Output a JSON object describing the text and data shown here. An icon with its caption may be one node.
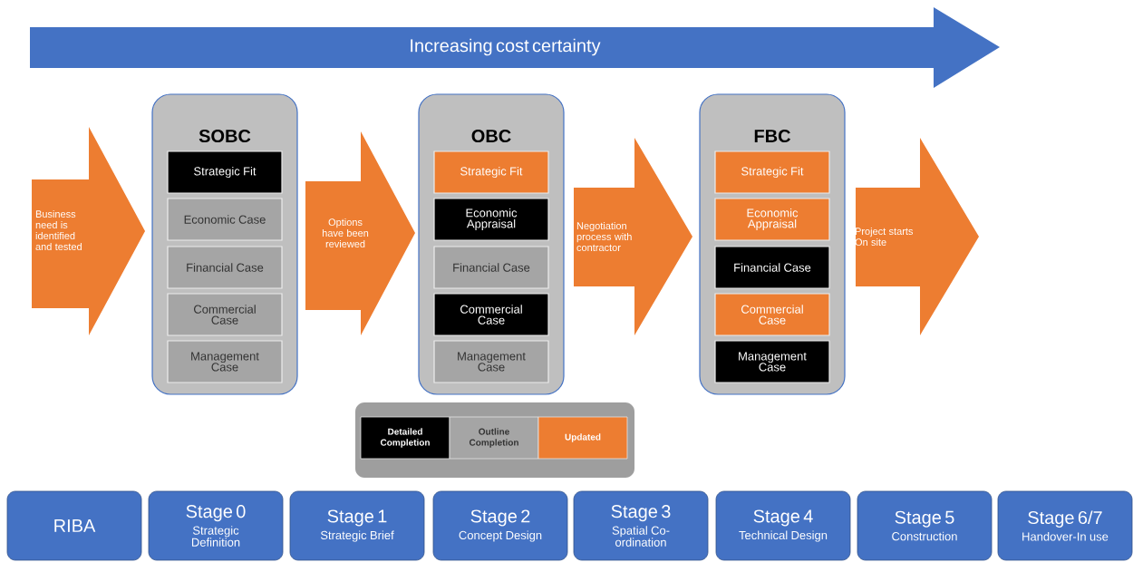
{
  "diagram": {
    "nodes": [
      {
        "text": [
          "Increasing cost certainty"
        ]
      },
      {
        "text": [
          "Business need is identified and tested"
        ]
      },
      {
        "text": [
          "SOBC"
        ]
      },
      {
        "text": [
          "Strategic Fit"
        ],
        "in": 2
      },
      {
        "text": [
          "Economic Case"
        ],
        "in": 2
      },
      {
        "text": [
          "Financial Case"
        ],
        "in": 2
      },
      {
        "text": [
          "Commercial Case"
        ],
        "in": 2
      },
      {
        "text": [
          "Management Case"
        ],
        "in": 2
      },
      {
        "text": [
          "Options have been reviewed"
        ]
      },
      {
        "text": [
          "OBC"
        ]
      },
      {
        "text": [
          "Strategic Fit"
        ],
        "in": 9
      },
      {
        "text": [
          "Economic Appraisal"
        ],
        "in": 9
      },
      {
        "text": [
          "Financial Case"
        ],
        "in": 9
      },
      {
        "text": [
          "Commercial Case"
        ],
        "in": 9
      },
      {
        "text": [
          "Management Case"
        ],
        "in": 9
      },
      {
        "text": [
          "Negotiation process with contractor"
        ]
      },
      {
        "text": [
          "FBC"
        ]
      },
      {
        "text": [
          "Strategic Fit"
        ],
        "in": 16
      },
      {
        "text": [
          "Economic Appraisal"
        ],
        "in": 16
      },
      {
        "text": [
          "Financial Case"
        ],
        "in": 16
      },
      {
        "text": [
          "Commercial Case"
        ],
        "in": 16
      },
      {
        "text": [
          "Management Case"
        ],
        "in": 16
      },
      {
        "text": [
          "Project starts On site"
        ]
      },
      {
        "text": [
          "RIBA"
        ]
      },
      {
        "text": [
          "Stage 0",
          "Strategic Definition"
        ]
      },
      {
        "text": [
          "Stage 1",
          "Strategic Brief"
        ]
      },
      {
        "text": [
          "Stage 2",
          "Concept Design"
        ]
      },
      {
        "text": [
          "Stage 3",
          "Spatial Co-ordination"
        ]
      },
      {
        "text": [
          "Stage 4",
          "Technical Design"
        ]
      },
      {
        "text": [
          "Stage 5",
          "Construction"
        ]
      },
      {
        "text": [
          "Stage 6/7",
          "Handover-In use"
        ]
      }
    ],
    "edges": [],
    "legend": [
      {
        "text": "Detailed Completion",
        "color": "#000000"
      },
      {
        "text": "Outline Completion",
        "color": "#a5a5a5"
      },
      {
        "text": "Updated",
        "color": "#ed7d31"
      }
    ]
  }
}
